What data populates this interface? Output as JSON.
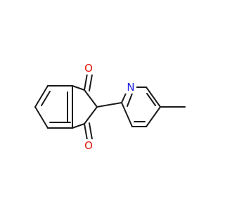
{
  "molecule": {
    "atoms": {
      "oxygen_top": {
        "symbol": "O",
        "color": "#e8140c"
      },
      "oxygen_bottom": {
        "symbol": "O",
        "color": "#e8140c"
      },
      "nitrogen": {
        "symbol": "N",
        "color": "#2020e0"
      }
    },
    "bond_color": "#1a1a1a"
  }
}
